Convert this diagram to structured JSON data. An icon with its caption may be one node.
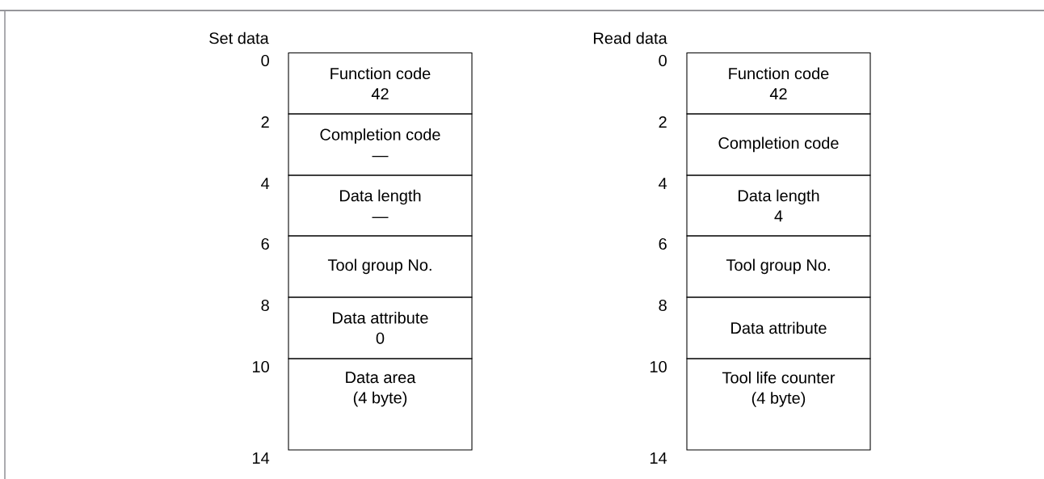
{
  "diagram": {
    "nodes": [
      {
        "text": [
          "Function code",
          "42"
        ]
      },
      {
        "text": [
          "Completion code",
          "—"
        ]
      },
      {
        "text": [
          "Data length",
          "—"
        ]
      },
      {
        "text": [
          "Tool group No."
        ]
      },
      {
        "text": [
          "Data attribute",
          "0"
        ]
      },
      {
        "text": [
          "Data area",
          "(4 byte)"
        ]
      },
      {
        "text": [
          "Function code",
          "42"
        ]
      },
      {
        "text": [
          "Completion code"
        ]
      },
      {
        "text": [
          "Data length",
          "4"
        ]
      },
      {
        "text": [
          "Tool group No."
        ]
      },
      {
        "text": [
          "Data attribute"
        ]
      },
      {
        "text": [
          "Tool life counter",
          "(4 byte)"
        ]
      }
    ],
    "labels": [
      "Set data",
      "Read data",
      "0",
      "0",
      "2",
      "2",
      "4",
      "4",
      "6",
      "6",
      "8",
      "8",
      "10",
      "10",
      "14",
      "14"
    ]
  }
}
